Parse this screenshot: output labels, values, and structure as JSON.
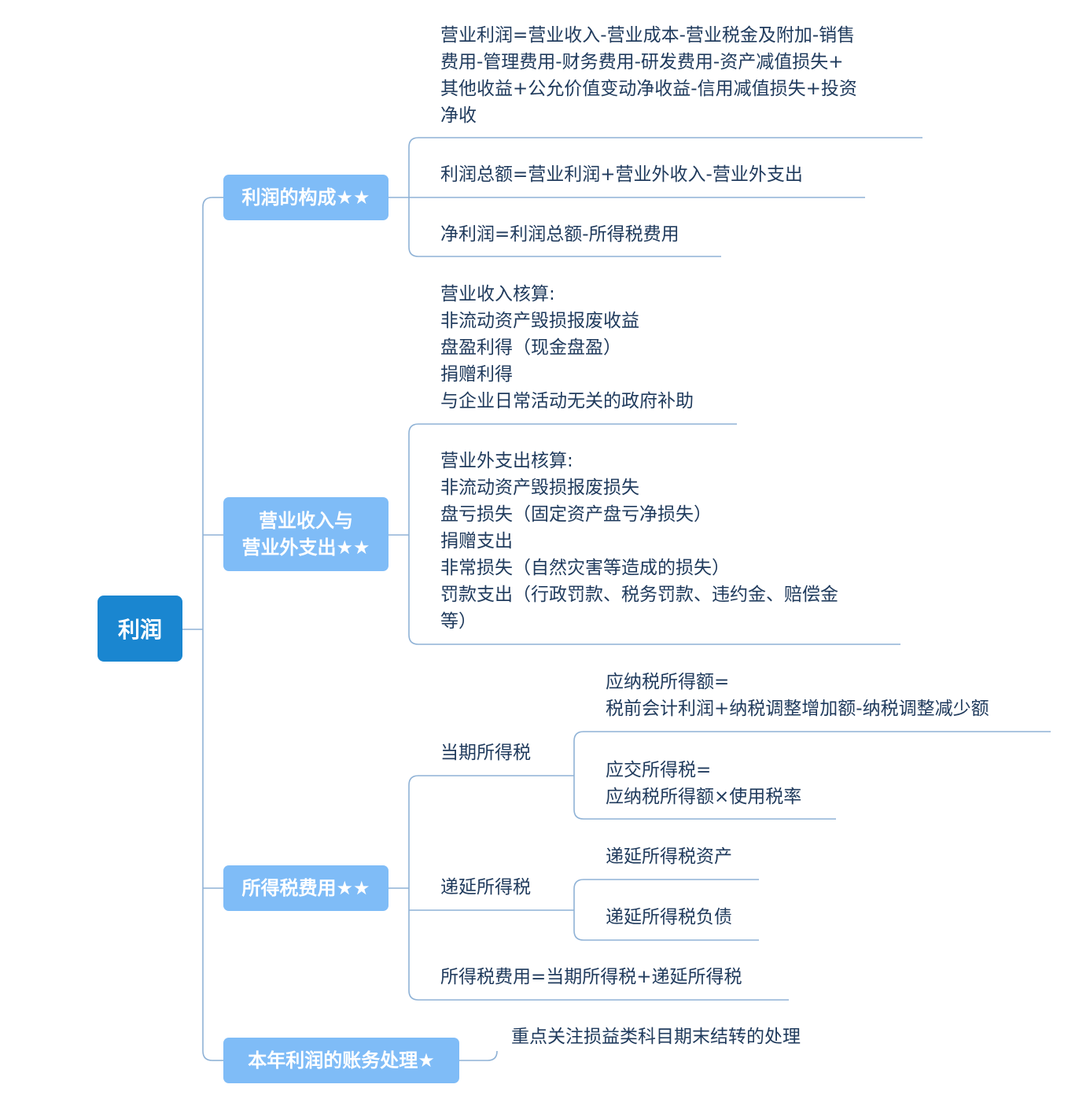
{
  "root": {
    "label": "利润"
  },
  "branches": [
    {
      "label": "利润的构成★★",
      "leaves": [
        "营业利润=营业收入-营业成本-营业税金及附加-销售\n费用-管理费用-财务费用-研发费用-资产减值损失+\n其他收益+公允价值变动净收益-信用减值损失+投资\n净收",
        "利润总额=营业利润+营业外收入-营业外支出",
        "净利润=利润总额-所得税费用"
      ]
    },
    {
      "label": "营业收入与\n营业外支出★★",
      "leaves": [
        "营业收入核算:\n非流动资产毁损报废收益\n盘盈利得（现金盘盈）\n捐赠利得\n与企业日常活动无关的政府补助",
        "营业外支出核算:\n非流动资产毁损报废损失\n盘亏损失（固定资产盘亏净损失）\n捐赠支出\n非常损失（自然灾害等造成的损失）\n罚款支出（行政罚款、税务罚款、违约金、赔偿金\n等）"
      ]
    },
    {
      "label": "所得税费用★★",
      "children": [
        {
          "label": "当期所得税",
          "leaves": [
            "应纳税所得额=\n税前会计利润+纳税调整增加额-纳税调整减少额",
            "应交所得税=\n应纳税所得额×使用税率"
          ]
        },
        {
          "label": "递延所得税",
          "leaves": [
            "递延所得税资产",
            "递延所得税负债"
          ]
        }
      ],
      "leaves": [
        "所得税费用=当期所得税+递延所得税"
      ]
    },
    {
      "label": "本年利润的账务处理★",
      "leaves": [
        "重点关注损益类科目期末结转的处理"
      ]
    }
  ],
  "colors": {
    "root": "#1a86d0",
    "branch": "#7fbcf7",
    "line": "#8fb2d6",
    "text": "#1f3a5c"
  }
}
